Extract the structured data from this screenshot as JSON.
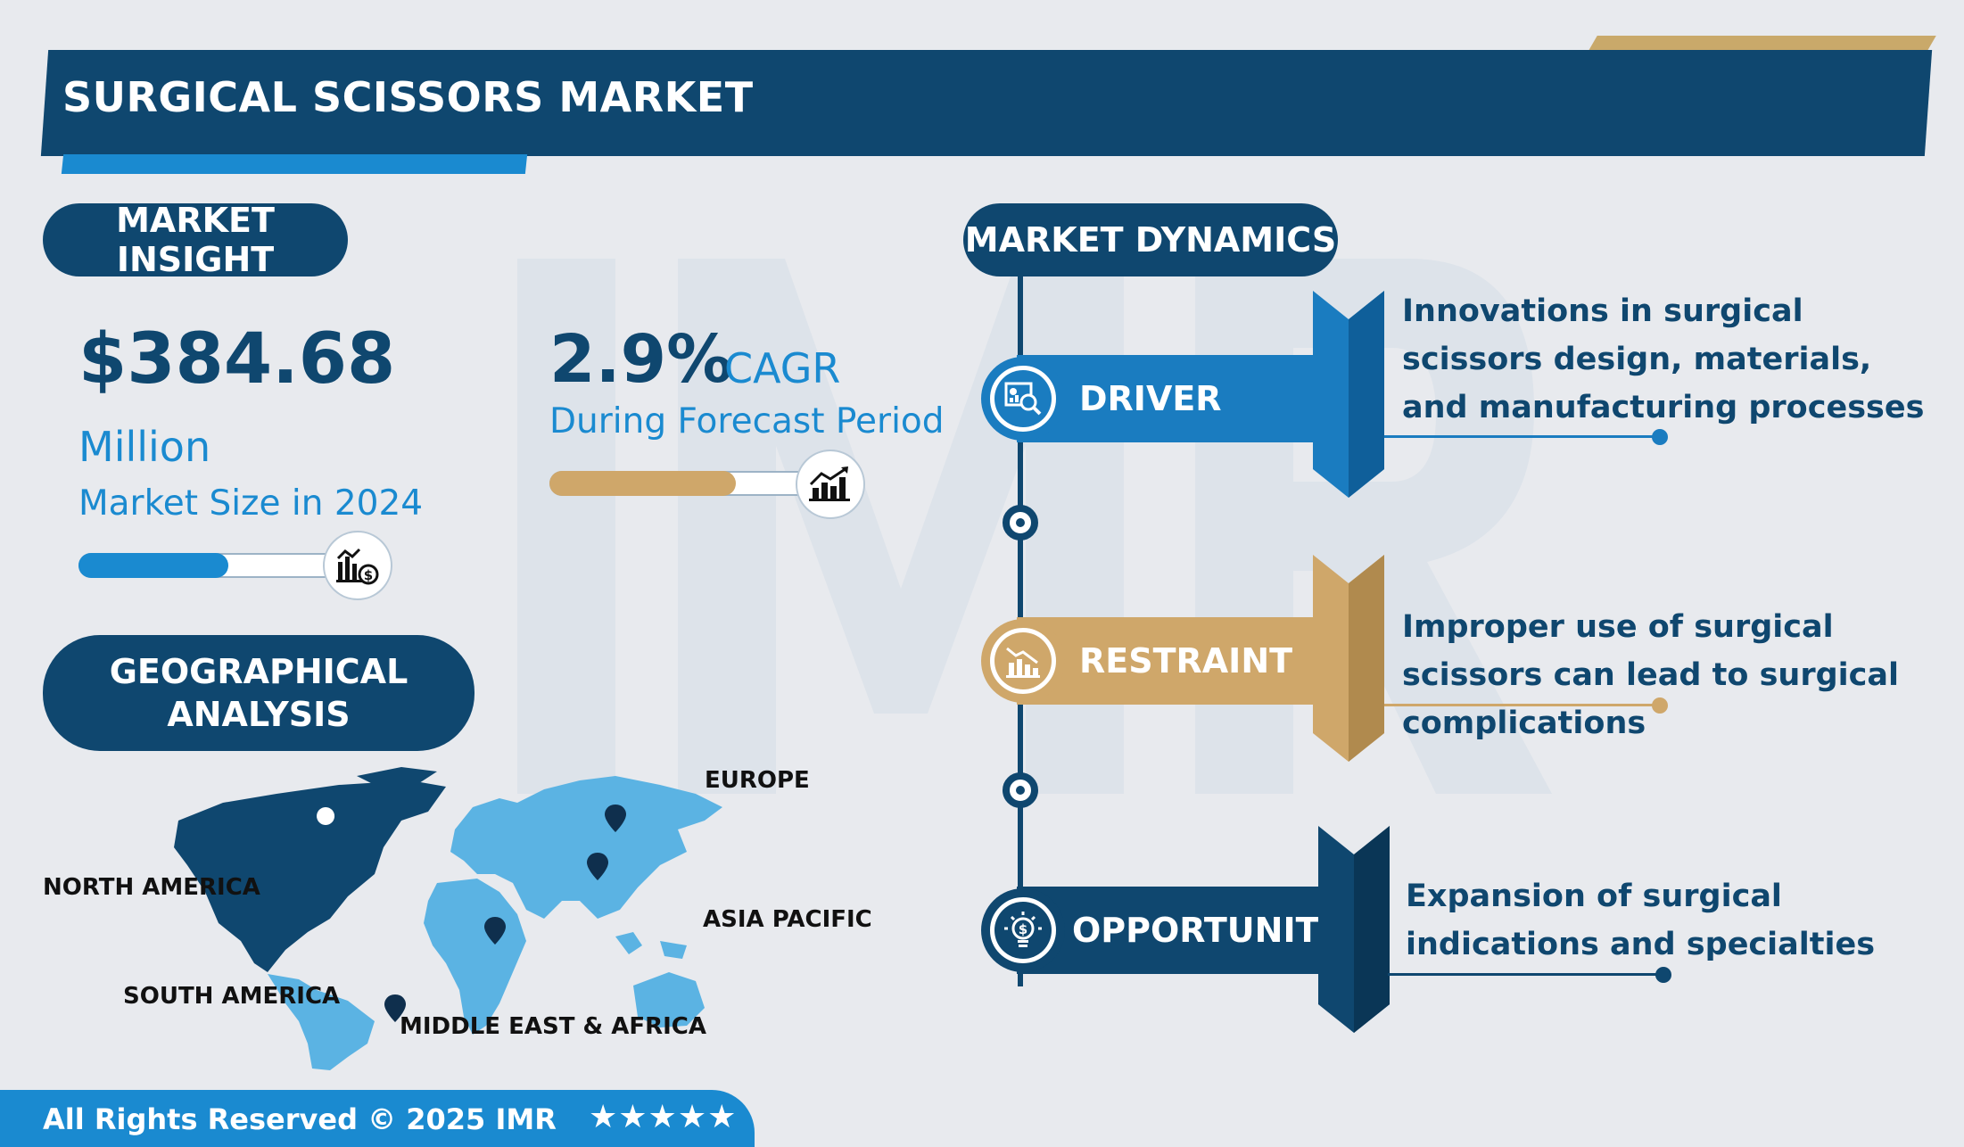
{
  "header": {
    "title": "SURGICAL SCISSORS MARKET"
  },
  "insight": {
    "heading": "MARKET INSIGHT",
    "value": "$384.68",
    "unit": "Million",
    "label": "Market Size in 2024",
    "bar_fill": 0.58,
    "icon": "bar-chart-dollar-icon"
  },
  "cagr": {
    "value": "2.9%",
    "word": "CAGR",
    "label": "During Forecast Period",
    "bar_fill": 0.72,
    "icon": "growth-chart-icon"
  },
  "geo": {
    "heading": "GEOGRAPHICAL\nANALYSIS",
    "regions": {
      "north_america": "NORTH AMERICA",
      "europe": "EUROPE",
      "asia_pacific": "ASIA PACIFIC",
      "south_america": "SOUTH AMERICA",
      "mea": "MIDDLE EAST & AFRICA"
    }
  },
  "dynamics": {
    "heading": "MARKET DYNAMICS",
    "driver": {
      "label": "DRIVER",
      "text": "Innovations in surgical scissors design, materials, and manufacturing processes",
      "icon": "analytics-search-icon"
    },
    "restraint": {
      "label": "RESTRAINT",
      "text": "Improper use of surgical scissors can lead to surgical complications",
      "icon": "declining-chart-icon"
    },
    "opportunity": {
      "label": "OPPORTUNITY",
      "text": "Expansion of surgical indications and specialties",
      "icon": "lightbulb-dollar-icon"
    }
  },
  "footer": {
    "copyright": "All Rights Reserved © 2025 IMR",
    "stars": "★★★★★"
  },
  "colors": {
    "navy": "#0f476f",
    "blue": "#1a8ad0",
    "gold": "#cfa76a"
  }
}
